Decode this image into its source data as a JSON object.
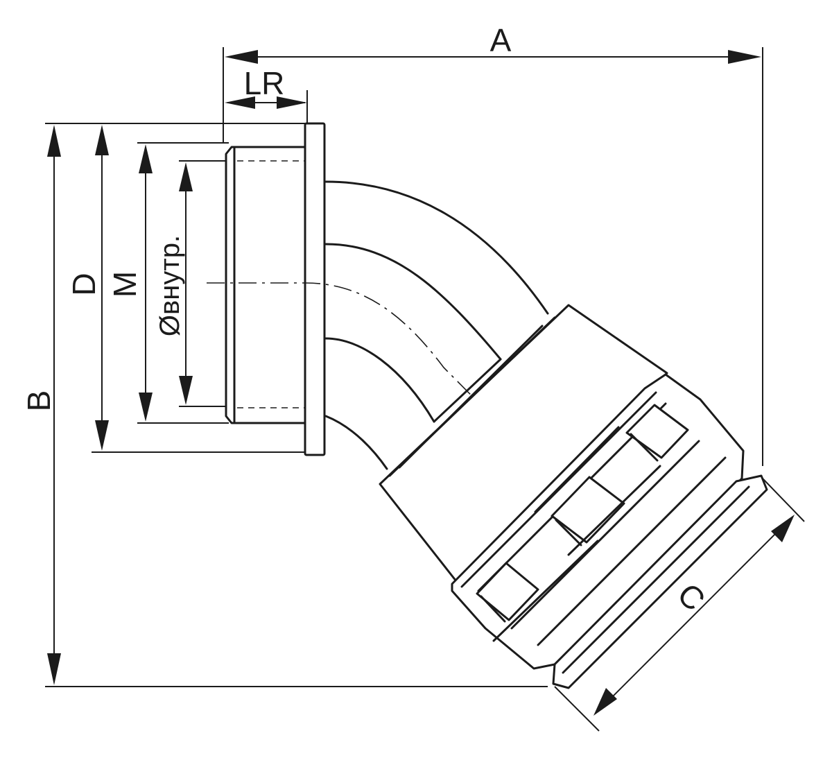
{
  "labels": {
    "a": "A",
    "lr": "LR",
    "b": "B",
    "d": "D",
    "m": "M",
    "inner_diameter": "Øвнутр.",
    "c": "C"
  },
  "colors": {
    "stroke": "#1b1b1b",
    "background": "#ffffff"
  }
}
